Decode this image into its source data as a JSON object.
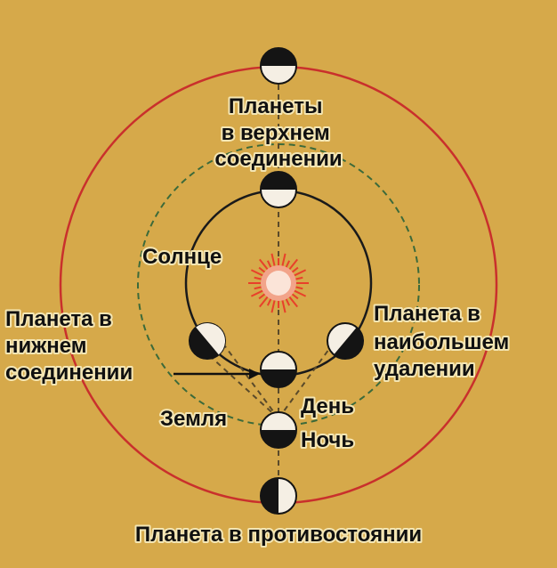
{
  "colors": {
    "background": "#d6a94a",
    "outer_orbit": "#c9302c",
    "inner_orbit": "#1a1a1a",
    "earth_orbit": "#3c6a3a",
    "sun": "#e8402a",
    "planet_lit": "#f5efe4",
    "planet_dark": "#141414"
  },
  "labels": {
    "upper_conjunction": [
      "Планеты",
      "в верхнем",
      "соединении"
    ],
    "sun": "Солнце",
    "inferior_conjunction": [
      "Планета в",
      "нижнем",
      "соединении"
    ],
    "greatest_elongation": [
      "Планета в",
      "наибольшем",
      "удалении"
    ],
    "earth": "Земля",
    "day": "День",
    "night": "Ночь",
    "opposition": "Планета в противостоянии"
  }
}
